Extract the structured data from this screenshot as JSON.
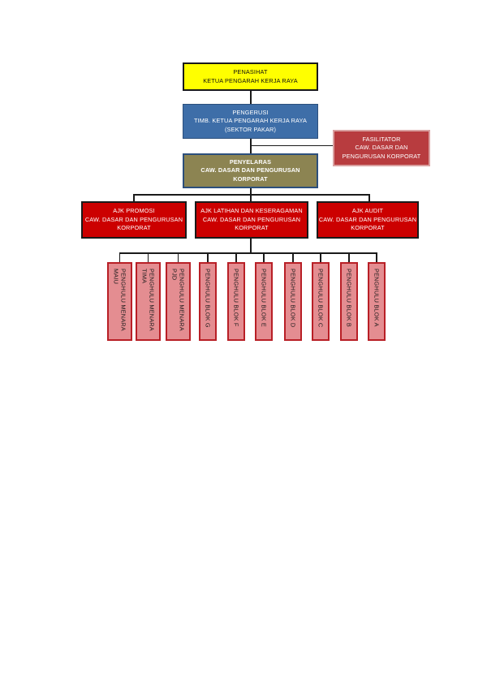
{
  "chart": {
    "penasihat": {
      "line1": "PENASIHAT",
      "line2": "KETUA PENGARAH KERJA RAYA"
    },
    "pengerusi": {
      "line1": "PENGERUSI",
      "line2": "TIMB. KETUA PENGARAH KERJA RAYA",
      "line3": "(SEKTOR PAKAR)"
    },
    "fasilitator": {
      "line1": "FASILITATOR",
      "line2": "CAW. DASAR DAN",
      "line3": "PENGURUSAN KORPORAT"
    },
    "penyelaras": {
      "line1": "PENYELARAS",
      "line2": "CAW. DASAR DAN PENGURUSAN",
      "line3": "KORPORAT"
    },
    "ajk": [
      {
        "line1": "AJK PROMOSI",
        "line2": "CAW. DASAR DAN PENGURUSAN",
        "line3": "KORPORAT"
      },
      {
        "line1": "AJK LATIHAN DAN KESERAGAMAN",
        "line2": "CAW. DASAR DAN PENGURUSAN",
        "line3": "KORPORAT"
      },
      {
        "line1": "AJK AUDIT",
        "line2": "CAW. DASAR DAN PENGURUSAN",
        "line3": "KORPORAT"
      }
    ],
    "penghulu": [
      {
        "line1": "PENGHULU MENARA",
        "line2": "MAIU"
      },
      {
        "line1": "PENGHULU MENARA",
        "line2": "TIMA"
      },
      {
        "line1": "PENGHULU MENARA",
        "line2": "PJD"
      },
      {
        "line1": "PENGHULU BLOK G"
      },
      {
        "line1": "PENGHULU BLOK F"
      },
      {
        "line1": "PENGHULU BLOK E"
      },
      {
        "line1": "PENGHULU BLOK D"
      },
      {
        "line1": "PENGHULU BLOK C"
      },
      {
        "line1": "PENGHULU BLOK B"
      },
      {
        "line1": "PENGHULU BLOK A"
      }
    ]
  },
  "colors": {
    "penasihat": "#ffff00",
    "pengerusi": "#3e6ea8",
    "fasilitator": "#b83c3f",
    "penyelaras": "#8c8452",
    "ajk": "#cc0000",
    "penghulu": "#e48d91",
    "connector": "#1a1a1a"
  }
}
